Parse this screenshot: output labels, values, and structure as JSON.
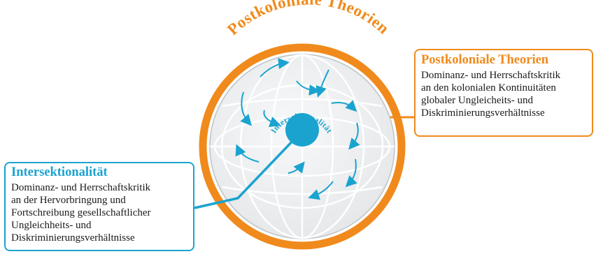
{
  "arc_label": "Postkoloniale Theorien",
  "center_label": "Intersektionalität",
  "colors": {
    "orange": "#f08a1c",
    "blue": "#1ba3d0",
    "globe_fill": "#f1f2f3",
    "globe_lines": "#ffffff"
  },
  "boxes": {
    "postkolonial": {
      "title": "Postkoloniale Theorien",
      "lines": [
        "Dominanz- und Herrschaftskritik",
        "an den kolonialen Kontinuitäten",
        "globaler Ungleicheits- und",
        "Diskriminierungsverhältnisse"
      ]
    },
    "intersektional": {
      "title": "Intersektionalität",
      "lines": [
        "Dominanz- und Herrschaftskritik",
        "an der Hervorbringung und",
        "Fortschreibung gesellschaftlicher",
        "Ungleichheits- und",
        "Diskriminierungsverhältnisse"
      ]
    }
  }
}
